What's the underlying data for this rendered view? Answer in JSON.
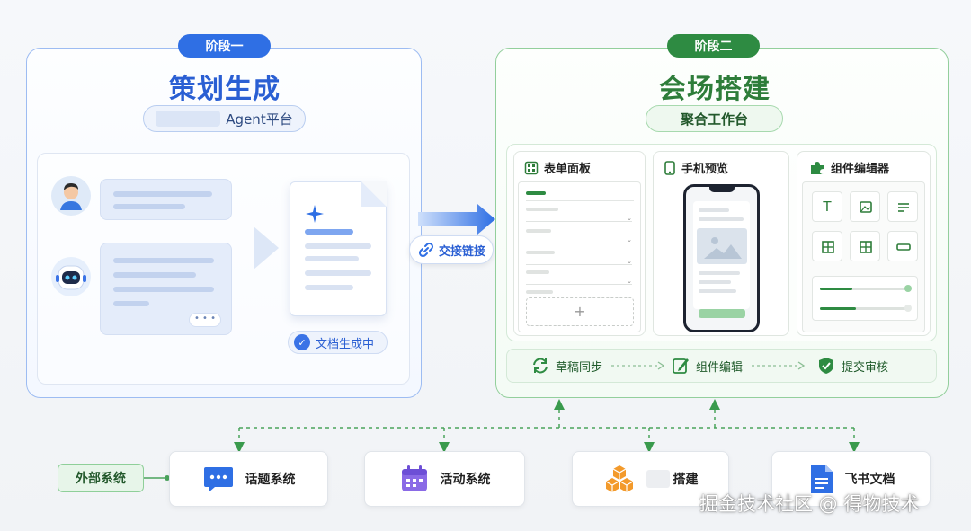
{
  "stage1": {
    "badge": "阶段一",
    "title": "策划生成",
    "platform_label": "Agent平台",
    "doc_status": "文档生成中"
  },
  "connector": {
    "label": "交接链接"
  },
  "stage2": {
    "badge": "阶段二",
    "title": "会场搭建",
    "workbench_label": "聚合工作台",
    "panels": [
      {
        "label": "表单面板"
      },
      {
        "label": "手机预览"
      },
      {
        "label": "组件编辑器"
      }
    ],
    "flow": [
      {
        "label": "草稿同步"
      },
      {
        "label": "组件编辑"
      },
      {
        "label": "提交审核"
      }
    ]
  },
  "external": {
    "label": "外部系统",
    "systems": [
      {
        "label": "话题系统",
        "icon": "chat-icon"
      },
      {
        "label": "活动系统",
        "icon": "calendar-icon"
      },
      {
        "label": "搭建",
        "icon": "cubes-icon"
      },
      {
        "label": "飞书文档",
        "icon": "document-icon"
      }
    ]
  },
  "watermark": "掘金技术社区 @ 得物技术",
  "colors": {
    "blue_accent": "#2f6fe4",
    "green_accent": "#2e8b42"
  }
}
